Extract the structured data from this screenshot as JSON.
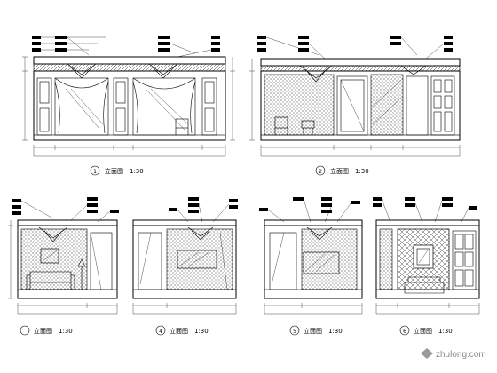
{
  "drawings": [
    {
      "id": "e1",
      "num": "1",
      "title": "立面图",
      "scale": "1:30"
    },
    {
      "id": "e2",
      "num": "2",
      "title": "立面图",
      "scale": "1:30"
    },
    {
      "id": "e3",
      "num": "",
      "title": "立面图",
      "scale": "1:30"
    },
    {
      "id": "e4",
      "num": "4",
      "title": "立面图",
      "scale": "1:30"
    },
    {
      "id": "e5",
      "num": "5",
      "title": "立面图",
      "scale": "1:30"
    },
    {
      "id": "e6",
      "num": "6",
      "title": "立面图",
      "scale": "1:30"
    }
  ],
  "watermark": "zhulong.com",
  "colors": {
    "ink": "#000000",
    "paper": "#ffffff",
    "watermark": "#8a8a8a"
  }
}
